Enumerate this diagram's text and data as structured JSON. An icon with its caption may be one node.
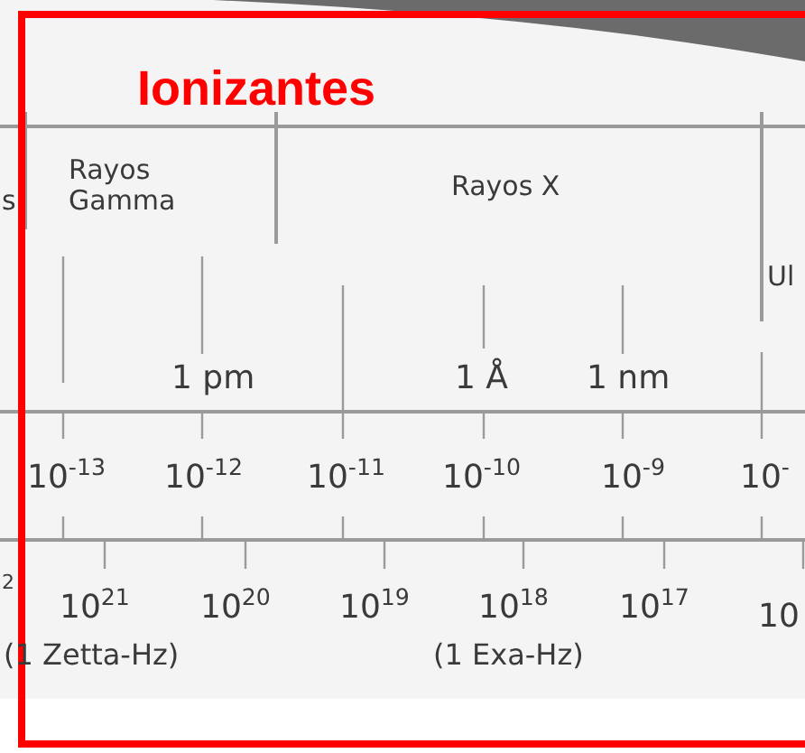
{
  "diagram": {
    "title": "Ionizantes",
    "labels": [
      "s",
      "Rayos Gamma",
      "Rayos X",
      "Ul",
      "1 pm",
      "1 Å",
      "1 nm",
      "10$^{-13}$",
      "10$^{-12}$",
      "10$^{-11}$",
      "10$^{-10}$",
      "10$^{-9}$",
      "10$^{-}$",
      "2",
      "10$^{21}$",
      "10$^{20}$",
      "10$^{19}$",
      "10$^{18}$",
      "10$^{17}$",
      "10",
      "(1 Zetta-Hz)",
      "(1 Exa-Hz)"
    ]
  }
}
